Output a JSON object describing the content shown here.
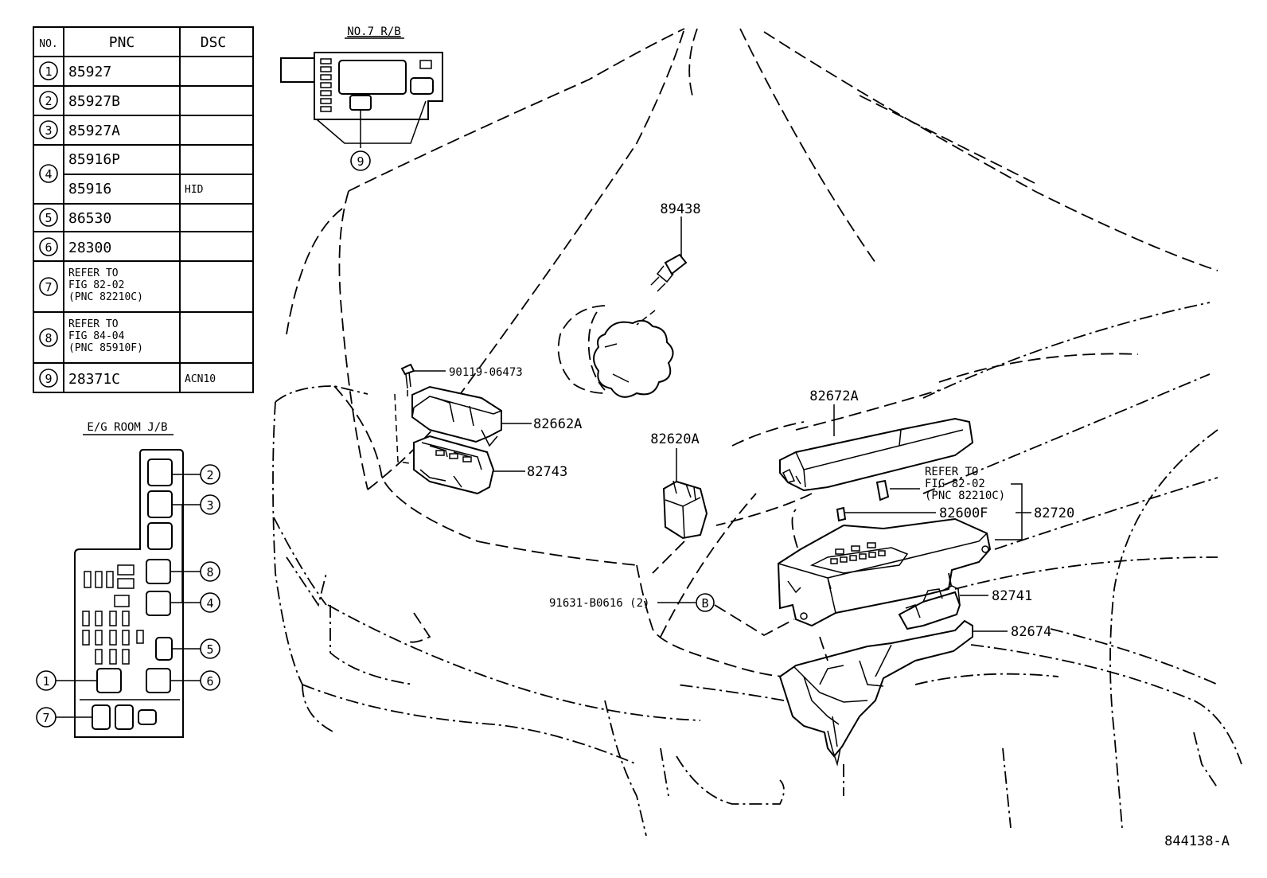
{
  "table": {
    "headers": {
      "no": "NO.",
      "pnc": "PNC",
      "dsc": "DSC"
    },
    "rows": [
      {
        "no": "1",
        "pnc": "85927",
        "dsc": ""
      },
      {
        "no": "2",
        "pnc": "85927B",
        "dsc": ""
      },
      {
        "no": "3",
        "pnc": "85927A",
        "dsc": ""
      },
      {
        "no": "4",
        "pnc": "85916P",
        "dsc": ""
      },
      {
        "no": "4",
        "pnc": "85916",
        "dsc": "HID"
      },
      {
        "no": "5",
        "pnc": "86530",
        "dsc": ""
      },
      {
        "no": "6",
        "pnc": "28300",
        "dsc": ""
      },
      {
        "no": "7",
        "pnc_lines": [
          "REFER TO",
          "FIG 82-02",
          "(PNC 82210C)"
        ],
        "dsc": ""
      },
      {
        "no": "8",
        "pnc_lines": [
          "REFER TO",
          "FIG 84-04",
          "(PNC 85910F)"
        ],
        "dsc": ""
      },
      {
        "no": "9",
        "pnc": "28371C",
        "dsc": "ACN10"
      }
    ]
  },
  "rb7": {
    "title": "NO.7 R/B",
    "callout": "9"
  },
  "jb": {
    "title": "E/G ROOM J/B",
    "callouts": [
      "2",
      "3",
      "8",
      "4",
      "5",
      "1",
      "6",
      "7"
    ]
  },
  "parts": {
    "p89438": "89438",
    "p90119": "90119-06473",
    "p82662A": "82662A",
    "p82743": "82743",
    "p82620A": "82620A",
    "p82672A": "82672A",
    "refer": [
      "REFER TO",
      "FIG 82-02",
      "(PNC 82210C)"
    ],
    "p82600F": "82600F",
    "p82720": "82720",
    "p91631": "91631-B0616 (2)",
    "callout_b": "B",
    "p82741": "82741",
    "p82674": "82674"
  },
  "figure_id": "844138-A"
}
